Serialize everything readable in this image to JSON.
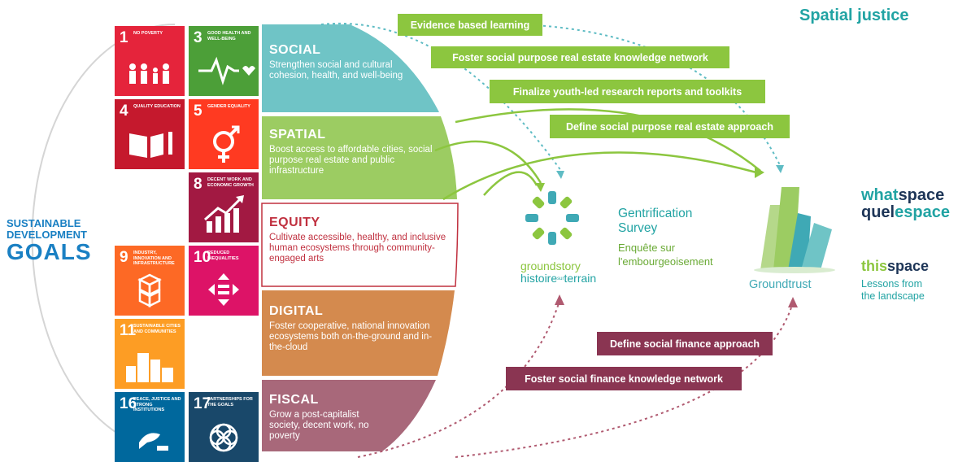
{
  "header": {
    "title": "Spatial justice"
  },
  "sdg_logo": {
    "line1": "SUSTAINABLE",
    "line2": "DEVELOPMENT",
    "line3": "GOALS"
  },
  "sdg_tiles": [
    {
      "num": "1",
      "label": "No Poverty",
      "color": "#e5243b"
    },
    {
      "num": "3",
      "label": "Good Health and Well-Being",
      "color": "#4c9f38"
    },
    {
      "num": "4",
      "label": "Quality Education",
      "color": "#c5192d"
    },
    {
      "num": "5",
      "label": "Gender Equality",
      "color": "#ff3a21"
    },
    {
      "num": "8",
      "label": "Decent Work and Economic Growth",
      "color": "#a21942"
    },
    {
      "num": "9",
      "label": "Industry, Innovation and Infrastructure",
      "color": "#fd6925"
    },
    {
      "num": "10",
      "label": "Reduced Inequalities",
      "color": "#dd1367"
    },
    {
      "num": "11",
      "label": "Sustainable Cities and Communities",
      "color": "#fd9d24"
    },
    {
      "num": "16",
      "label": "Peace, Justice and Strong Institutions",
      "color": "#00689d"
    },
    {
      "num": "17",
      "label": "Partnerships for the Goals",
      "color": "#19486a"
    }
  ],
  "segments": [
    {
      "title": "SOCIAL",
      "desc": "Strengthen social and cultural cohesion, health, and well-being",
      "color": "#6fc4c6"
    },
    {
      "title": "SPATIAL",
      "desc": "Boost access to affordable cities, social purpose real estate and public infrastructure",
      "color": "#9ccc62"
    },
    {
      "title": "EQUITY",
      "desc": "Cultivate accessible, healthy, and inclusive human ecosystems through community-engaged arts",
      "color": "#c0303f"
    },
    {
      "title": "DIGITAL",
      "desc": "Foster cooperative, national innovation ecosystems both on-the-ground and in-the-cloud",
      "color": "#d48a4e"
    },
    {
      "title": "FISCAL",
      "desc": "Grow a post-capitalist society, decent work, no poverty",
      "color": "#a8687a"
    }
  ],
  "green_banners": [
    "Evidence based learning",
    "Foster social purpose real estate knowledge network",
    "Finalize youth-led research reports and toolkits",
    "Define social purpose real estate approach"
  ],
  "maroon_banners": [
    "Define social finance approach",
    "Foster social finance knowledge network"
  ],
  "groundstory": {
    "line1": "groundstory",
    "line2a": "histoire",
    "line2b": "sur",
    "line2c": "terrain"
  },
  "survey": {
    "title1": "Gentrification",
    "title2": "Survey",
    "fr1": "Enquête sur",
    "fr2": "l'embourgeoisement"
  },
  "groundtrust": {
    "label": "Groundtrust"
  },
  "whatspace": {
    "line1a": "what",
    "line1b": "space",
    "line2a": "quel",
    "line2b": "espace"
  },
  "thisspace": {
    "title_a": "this",
    "title_b": "space",
    "sub1": "Lessons from",
    "sub2": "the landscape"
  },
  "colors": {
    "teal": "#21a3a3",
    "green": "#8cc63f",
    "maroon": "#8a3552",
    "dark": "#1d3557"
  }
}
